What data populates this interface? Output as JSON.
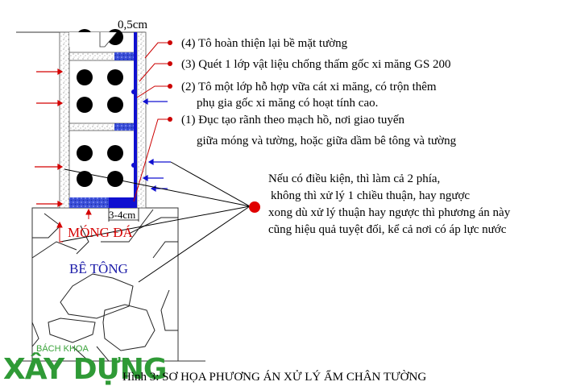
{
  "diagram": {
    "dimension_top": "0,5cm",
    "dimension_bottom": "3-4cm",
    "foundation_label": "MÓNG ĐÁ",
    "concrete_label": "BÊ TÔNG",
    "callouts": [
      {
        "lines": [
          "(4) Tô hoàn thiện lại bề mặt tường"
        ]
      },
      {
        "lines": [
          "(3) Quét 1 lớp vật liệu chống thấm gốc xi măng GS 200"
        ]
      },
      {
        "lines": [
          "(2) Tô một lớp hỗ hợp vữa cát xi măng, có trộn thêm",
          "phụ gia gốc xi măng có hoạt tính cao."
        ]
      },
      {
        "lines": [
          "(1) Đục tạo rãnh theo mạch hồ, nơi giao tuyến",
          "giữa móng và tường, hoặc giữa dầm bê tông và tường"
        ]
      }
    ],
    "note_lines": [
      "Nếu có điều kiện, thì làm cả 2 phía,",
      "không thì xử lý 1 chiều thuận, hay ngược",
      "xong dù xử lý thuận hay ngược thì phương án này",
      "cũng hiệu quả tuyệt đối, kể cả nơi có áp lực nước"
    ],
    "caption": "Hình 3: SƠ HỌA PHƯƠNG ÁN XỬ LÝ ẨM CHÂN TƯỜNG"
  },
  "logo": {
    "top": "BÁCH KHOA",
    "bottom": "XÂY DỰNG"
  },
  "colors": {
    "red": "#d40000",
    "blue": "#1010d0",
    "logo_green": "#2f9a36"
  }
}
